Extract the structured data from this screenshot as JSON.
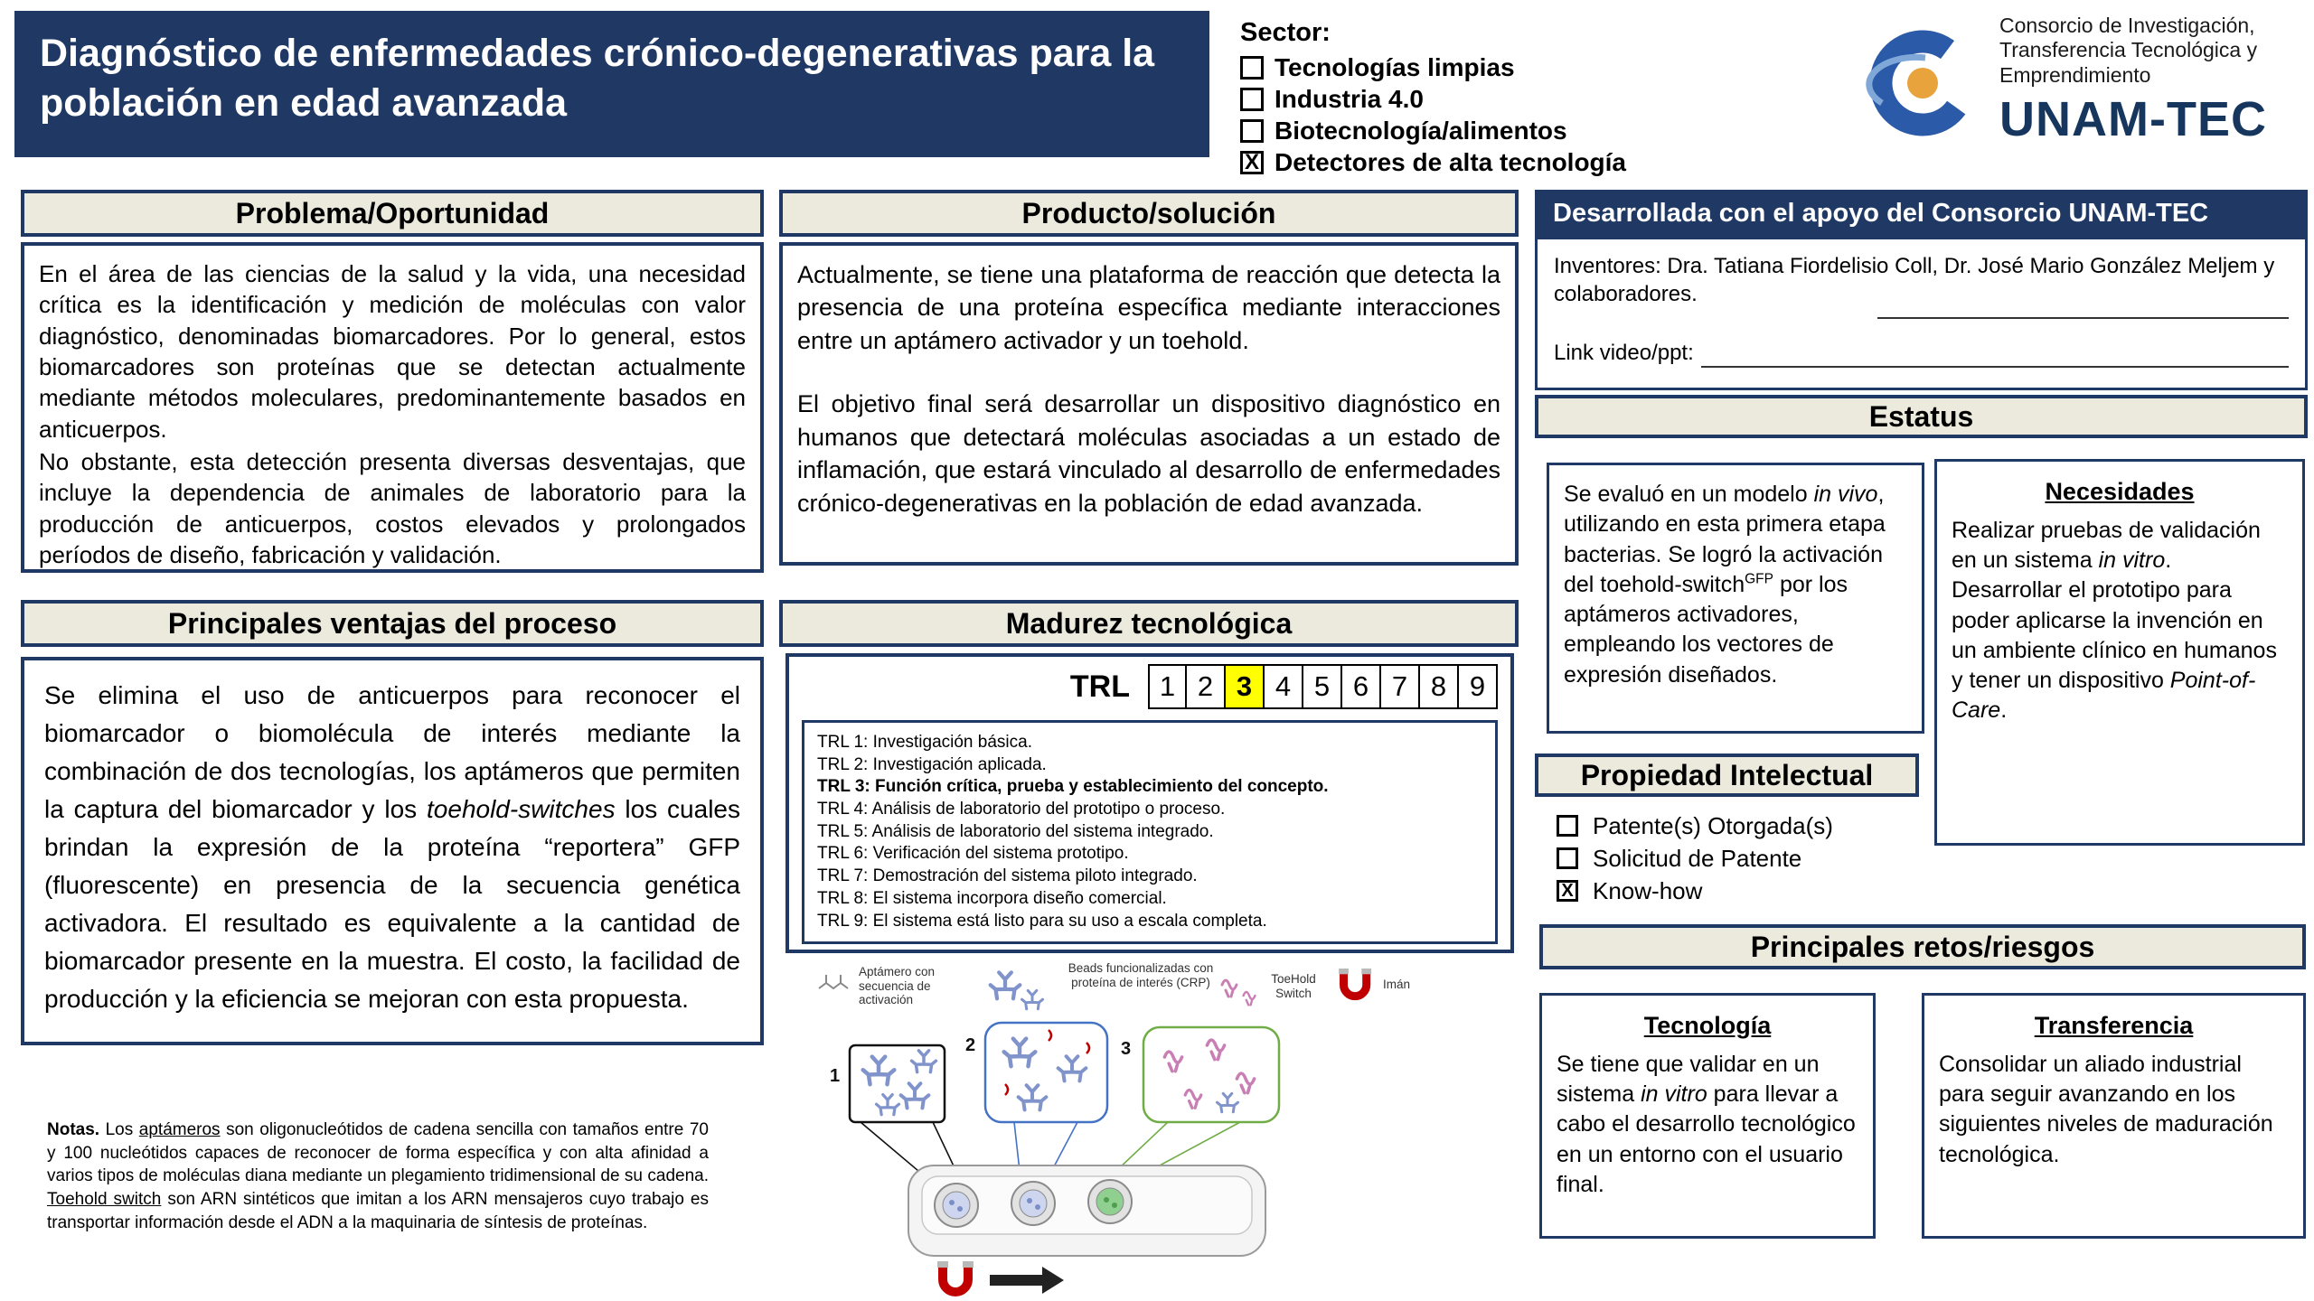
{
  "colors": {
    "navy": "#1F3864",
    "beige_header": "#ECE9DD",
    "trl_highlight": "#FFFF00",
    "logo_blue": "#2B5BA8",
    "logo_orange": "#E8A33D",
    "magnet_red": "#C00000"
  },
  "header": {
    "title": "Diagnóstico de enfermedades crónico-degenerativas para la población en edad avanzada",
    "sector": {
      "label": "Sector:",
      "options": [
        {
          "label": "Tecnologías limpias",
          "checked": false
        },
        {
          "label": "Industria 4.0",
          "checked": false
        },
        {
          "label": "Biotecnología/alimentos",
          "checked": false
        },
        {
          "label": "Detectores de alta tecnología",
          "checked": true
        }
      ]
    },
    "logo": {
      "org": "Consorcio de Investigación, Transferencia Tecnológica y Emprendimiento",
      "name": "UNAM-TEC"
    }
  },
  "problema": {
    "title": "Problema/Oportunidad",
    "paragraphs": [
      "En el área de las ciencias de la salud y la vida, una necesidad crítica es la identificación y medición de moléculas con valor diagnóstico, denominadas biomarcadores. Por lo general, estos biomarcadores son proteínas que se detectan actualmente mediante métodos moleculares, predominantemente basados en anticuerpos.",
      "No obstante, esta detección presenta diversas desventajas, que incluye la dependencia de animales de laboratorio para la producción de anticuerpos, costos elevados y prolongados períodos de diseño, fabricación y validación."
    ]
  },
  "ventajas": {
    "title": "Principales ventajas del proceso",
    "rich": [
      {
        "t": "Se elimina el uso de anticuerpos para reconocer el biomarcador o biomolécula de interés mediante la combinación de dos tecnologías, los aptámeros que permiten la captura del biomarcador y los "
      },
      {
        "t": "toehold-switches",
        "i": true
      },
      {
        "t": " los cuales brindan la expresión de la proteína “reportera” GFP (fluorescente) en presencia de la secuencia genética activadora.  El resultado es equivalente a la cantidad de biomarcador presente en la muestra.  El costo, la facilidad de producción y la eficiencia se mejoran con esta propuesta."
      }
    ]
  },
  "notas": {
    "rich": [
      {
        "t": "Notas.",
        "b": true
      },
      {
        "t": " Los "
      },
      {
        "t": "aptámeros",
        "u": true
      },
      {
        "t": " son oligonucleótidos de cadena sencilla con tamaños entre 70 y 100 nucleótidos capaces de reconocer de forma específica y con alta afinidad a varios tipos de moléculas diana mediante un plegamiento tridimensional de su cadena. "
      },
      {
        "t": "Toehold switch",
        "u": true
      },
      {
        "t": " son ARN sintéticos que imitan a los ARN mensajeros cuyo trabajo es transportar información desde el ADN a la maquinaria de síntesis de proteínas."
      }
    ]
  },
  "producto": {
    "title": "Producto/solución",
    "paragraphs": [
      "Actualmente, se tiene una plataforma de reacción  que detecta la presencia de una proteína específica  mediante interacciones entre un aptámero activador y un toehold.",
      "El objetivo final será desarrollar un dispositivo diagnóstico en humanos que detectará moléculas asociadas a un estado de inflamación, que estará vinculado al desarrollo de enfermedades crónico-degenerativas en la población de edad avanzada."
    ]
  },
  "madurez": {
    "title": "Madurez tecnológica",
    "trl_label": "TRL",
    "levels": [
      "1",
      "2",
      "3",
      "4",
      "5",
      "6",
      "7",
      "8",
      "9"
    ],
    "current_level": 3,
    "legend": [
      "TRL 1: Investigación básica.",
      "TRL 2: Investigación aplicada.",
      "TRL 3: Función crítica, prueba y establecimiento del concepto.",
      "TRL 4: Análisis de laboratorio del prototipo o proceso.",
      "TRL 5: Análisis de laboratorio del sistema integrado.",
      "TRL 6: Verificación del sistema prototipo.",
      "TRL 7: Demostración del sistema piloto integrado.",
      "TRL 8: El sistema incorpora diseño comercial.",
      "TRL 9: El sistema está listo para su uso a escala completa."
    ]
  },
  "diagram": {
    "labels": {
      "aptamero": "Aptámero con secuencia de activación",
      "beads": "Beads funcionalizadas con proteína de interés (CRP)",
      "toehold": "ToeHold Switch",
      "iman": "Imán"
    },
    "steps": [
      "1",
      "2",
      "3"
    ]
  },
  "right": {
    "developed": {
      "title": "Desarrollada con el apoyo del Consorcio UNAM-TEC",
      "inventors": "Inventores:  Dra. Tatiana Fiordelisio Coll, Dr. José Mario González Meljem y colaboradores.",
      "link_label": "Link video/ppt:"
    },
    "estatus": {
      "title": "Estatus",
      "status_rich": [
        {
          "t": "Se evaluó  en un modelo "
        },
        {
          "t": "in vivo",
          "i": true
        },
        {
          "t": ", utilizando en esta primera etapa bacterias.  Se logró la activación del toehold-switch"
        },
        {
          "t": "GFP",
          "s": true
        },
        {
          "t": " por los aptámeros activadores, empleando los vectores de expresión diseñados."
        }
      ],
      "needs_title": "Necesidades",
      "needs_rich": [
        {
          "t": "Realizar pruebas de validación en un sistema "
        },
        {
          "t": "in vitro",
          "i": true
        },
        {
          "t": ". Desarrollar el prototipo para poder aplicarse la invención en un ambiente clínico en humanos  y tener un dispositivo "
        },
        {
          "t": "Point-of-Care",
          "i": true
        },
        {
          "t": "."
        }
      ]
    },
    "ip": {
      "title": "Propiedad Intelectual",
      "items": [
        {
          "label": "Patente(s) Otorgada(s)",
          "checked": false
        },
        {
          "label": "Solicitud de Patente",
          "checked": false
        },
        {
          "label": "Know-how",
          "checked": true
        }
      ]
    },
    "retos": {
      "title": "Principales retos/riesgos",
      "tech": {
        "title": "Tecnología",
        "rich": [
          {
            "t": "Se tiene que validar en un sistema "
          },
          {
            "t": "in vitro",
            "i": true
          },
          {
            "t": " para llevar a cabo el desarrollo tecnológico en un entorno con el usuario final."
          }
        ]
      },
      "transfer": {
        "title": "Transferencia",
        "text": "Consolidar un aliado industrial para seguir avanzando en los siguientes niveles de maduración tecnológica."
      }
    }
  }
}
